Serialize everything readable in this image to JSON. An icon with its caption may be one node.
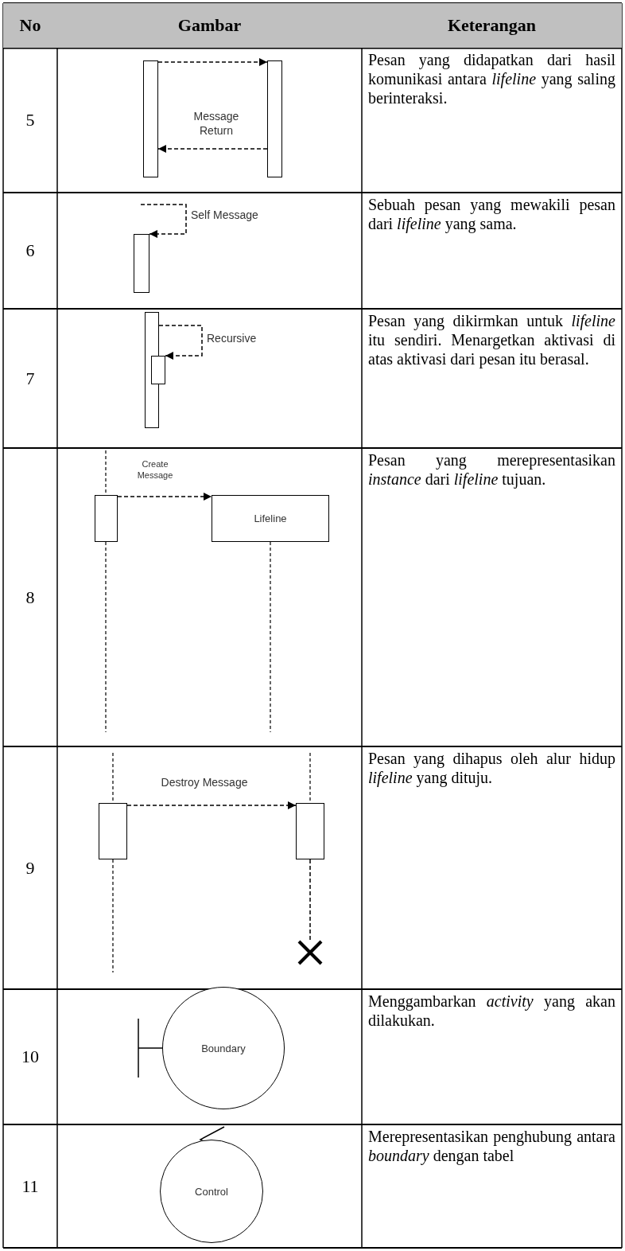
{
  "diagram": {
    "nodes": [
      {
        "text": [],
        "shape": "bar"
      },
      {
        "text": [],
        "shape": "bar"
      },
      {
        "text": [],
        "shape": "bar"
      },
      {
        "text": [],
        "shape": "bar"
      },
      {
        "text": [],
        "shape": "bar"
      },
      {
        "text": [],
        "shape": "bar"
      },
      {
        "text": [
          "Lifeline"
        ]
      },
      {
        "text": [],
        "shape": "bar"
      },
      {
        "text": [],
        "shape": "bar"
      },
      {
        "text": [],
        "shape": "cross"
      },
      {
        "text": [
          "Boundary"
        ]
      },
      {
        "text": [
          "Control"
        ]
      }
    ],
    "edges": [
      {
        "from": 0,
        "to": 1,
        "arrow": "to",
        "style": "dashed"
      },
      {
        "from": 1,
        "to": 0,
        "arrow": "to",
        "style": "dashed",
        "label": "Message Return"
      },
      {
        "from": null,
        "to": 2,
        "arrow": "to",
        "style": "dashed",
        "label": "Self Message"
      },
      {
        "from": 3,
        "to": 4,
        "arrow": "to",
        "style": "dashed",
        "label": "Recursive"
      },
      {
        "from": 5,
        "to": 6,
        "arrow": "to",
        "style": "dashed",
        "label": "Create Message"
      },
      {
        "from": 7,
        "to": 8,
        "arrow": "to",
        "style": "dashed",
        "label": "Destroy Message"
      },
      {
        "from": 8,
        "to": 9,
        "arrow": "none",
        "style": "dashed"
      }
    ],
    "labels": [
      "No",
      "Gambar",
      "Keterangan",
      "5",
      "Pesan yang didapatkan dari hasil komunikasi antara *lifeline* yang saling berinteraksi.",
      "6",
      "Sebuah pesan yang mewakili pesan dari *lifeline* yang sama.",
      "7",
      "Pesan yang dikirmkan untuk *lifeline* itu sendiri. Menargetkan aktivasi di atas aktivasi dari pesan itu berasal.",
      "8",
      "Pesan yang merepresentasikan *instance* dari *lifeline* tujuan.",
      "9",
      "Pesan yang dihapus oleh alur hidup *lifeline* yang dituju.",
      "10",
      "Menggambarkan *activity* yang akan dilakukan.",
      "11",
      "Merepresentasikan penghubung antara *boundary* dengan tabel"
    ]
  }
}
